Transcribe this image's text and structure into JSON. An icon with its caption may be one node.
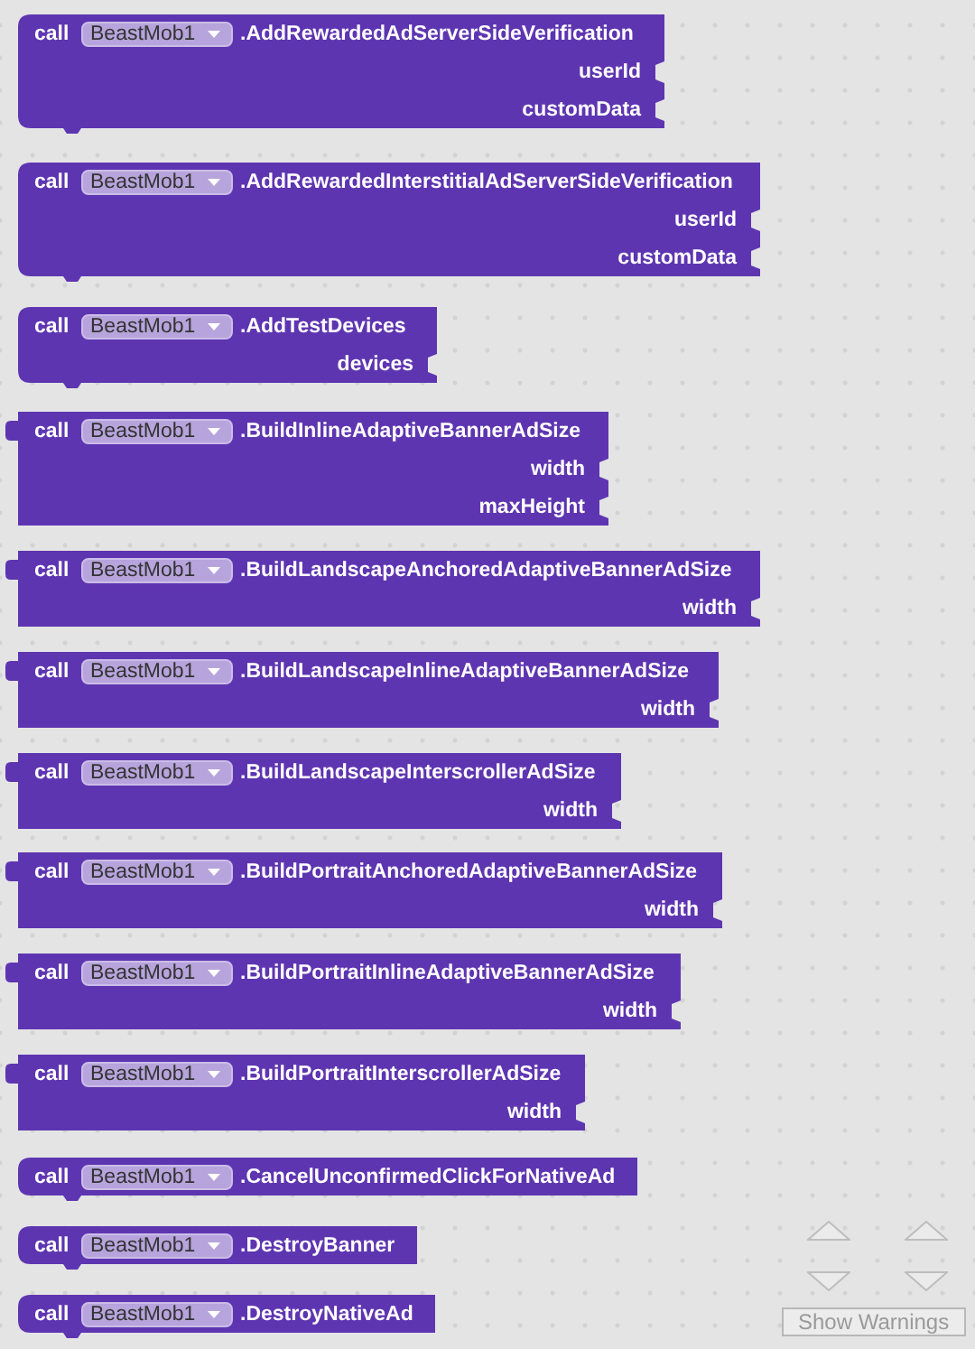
{
  "diagram": {
    "nodes": [
      {
        "text": [
          "call",
          ".AddRewardedAdServerSideVerification",
          "userId",
          "customData"
        ]
      },
      {
        "text": [
          "BeastMob1"
        ],
        "in": 0
      },
      {
        "text": [
          "call",
          ".AddRewardedInterstitialAdServerSideVerification",
          "userId",
          "customData"
        ]
      },
      {
        "text": [
          "BeastMob1"
        ],
        "in": 2
      },
      {
        "text": [
          "call",
          ".AddTestDevices",
          "devices"
        ]
      },
      {
        "text": [
          "BeastMob1"
        ],
        "in": 4
      },
      {
        "text": [
          "call",
          ".BuildInlineAdaptiveBannerAdSize",
          "width",
          "maxHeight"
        ]
      },
      {
        "text": [
          "BeastMob1"
        ],
        "in": 6
      },
      {
        "text": [
          "call",
          ".BuildLandscapeAnchoredAdaptiveBannerAdSize",
          "width"
        ]
      },
      {
        "text": [
          "BeastMob1"
        ],
        "in": 8
      },
      {
        "text": [
          "call",
          ".BuildLandscapeInlineAdaptiveBannerAdSize",
          "width"
        ]
      },
      {
        "text": [
          "BeastMob1"
        ],
        "in": 10
      },
      {
        "text": [
          "call",
          ".BuildLandscapeInterscrollerAdSize",
          "width"
        ]
      },
      {
        "text": [
          "BeastMob1"
        ],
        "in": 12
      },
      {
        "text": [
          "call",
          ".BuildPortraitAnchoredAdaptiveBannerAdSize",
          "width"
        ]
      },
      {
        "text": [
          "BeastMob1"
        ],
        "in": 14
      },
      {
        "text": [
          "call",
          ".BuildPortraitInlineAdaptiveBannerAdSize",
          "width"
        ]
      },
      {
        "text": [
          "BeastMob1"
        ],
        "in": 16
      },
      {
        "text": [
          "call",
          ".BuildPortraitInterscrollerAdSize",
          "width"
        ]
      },
      {
        "text": [
          "BeastMob1"
        ],
        "in": 18
      },
      {
        "text": [
          "call",
          ".CancelUnconfirmedClickForNativeAd"
        ]
      },
      {
        "text": [
          "BeastMob1"
        ],
        "in": 20
      },
      {
        "text": [
          "call",
          ".DestroyBanner"
        ]
      },
      {
        "text": [
          "BeastMob1"
        ],
        "in": 22
      },
      {
        "text": [
          "call",
          ".DestroyNativeAd"
        ]
      },
      {
        "text": [
          "BeastMob1"
        ],
        "in": 24
      },
      {
        "text": [
          "Show Warnings"
        ]
      }
    ]
  }
}
